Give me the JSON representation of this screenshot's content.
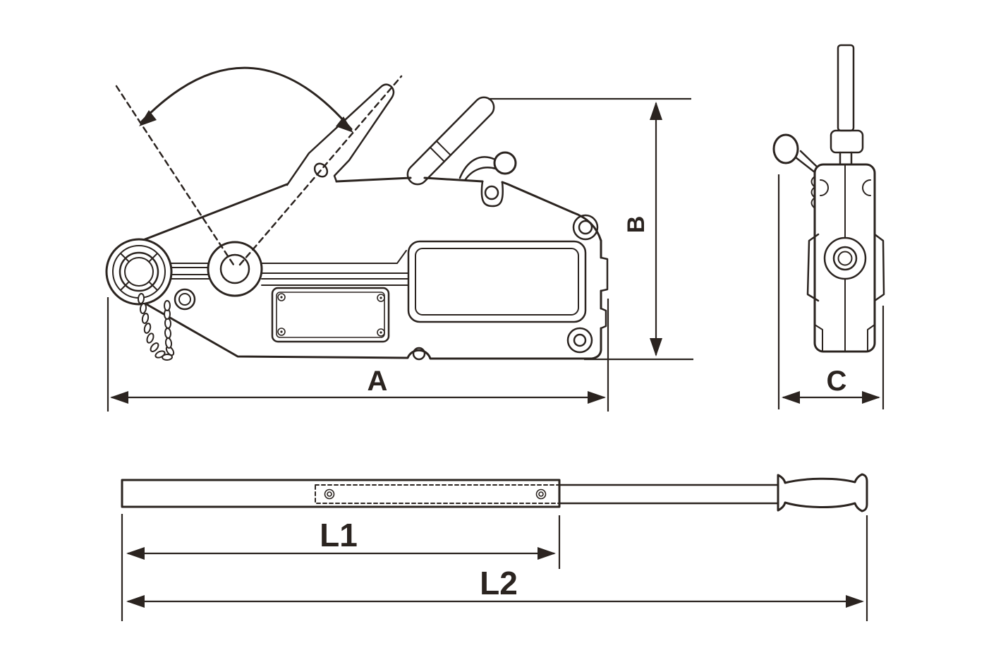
{
  "labels": {
    "dim_a": "A",
    "dim_b": "B",
    "dim_c": "C",
    "dim_l1": "L1",
    "dim_l2": "L2"
  },
  "colors": {
    "ink": "#2b2420",
    "background": "#ffffff"
  }
}
